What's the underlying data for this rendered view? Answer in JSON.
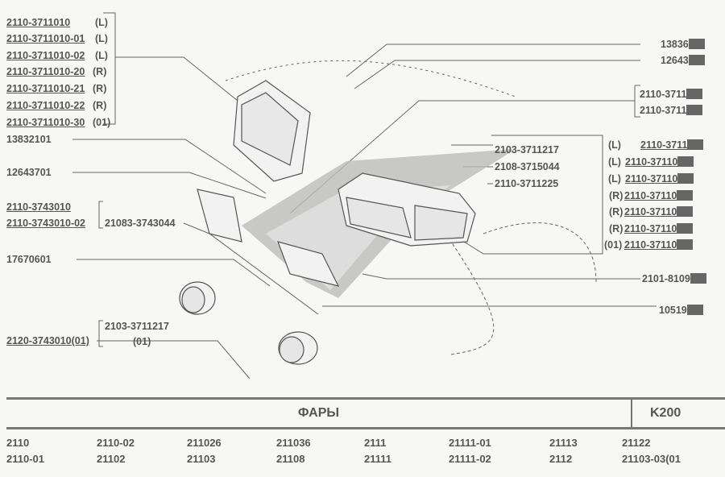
{
  "left_labels": {
    "headlamp_parts": [
      "2110-3711010",
      "2110-3711010-01",
      "2110-3711010-02",
      "2110-3711010-20",
      "2110-3711010-21",
      "2110-3711010-22",
      "2110-3711010-30"
    ],
    "headlamp_sides": [
      "(L)",
      "(L)",
      "(L)",
      "(R)",
      "(R)",
      "(R)",
      "(01)"
    ],
    "screw": "13832101",
    "washer": "12643701",
    "fog_lamp": [
      "2110-3743010",
      "2110-3743010-02"
    ],
    "fog_bracket": "21083-3743044",
    "bolt": "17670601",
    "bulb": "2103-3711217",
    "bulb_note": "(01)",
    "fog_lamp_01": "2120-3743010(01)"
  },
  "right_labels": {
    "top": [
      "13836",
      "12643"
    ],
    "bracketed": [
      "2110-3711",
      "2110-3711"
    ],
    "bulbs": [
      "2103-3711217",
      "2108-3715044",
      "2110-3711225"
    ],
    "headlamp_sides": [
      "(L)",
      "(L)",
      "(L)",
      "(R)",
      "(R)",
      "(R)",
      "(01)"
    ],
    "headlamp_parts": [
      "2110-3711",
      "2110-37110",
      "2110-37110",
      "2110-37110",
      "2110-37110",
      "2110-37110",
      "2110-37110"
    ],
    "corrector": "2101-8109",
    "nut": "10519"
  },
  "footer": {
    "title": "ФАРЫ",
    "code": "K200",
    "models_row1": [
      "2110",
      "2110-02",
      "211026",
      "211036",
      "2111",
      "21111-01",
      "21113",
      "21122"
    ],
    "models_row2": [
      "2110-01",
      "21102",
      "21103",
      "21108",
      "21111",
      "21111-02",
      "2112",
      "21103-03(01"
    ]
  }
}
